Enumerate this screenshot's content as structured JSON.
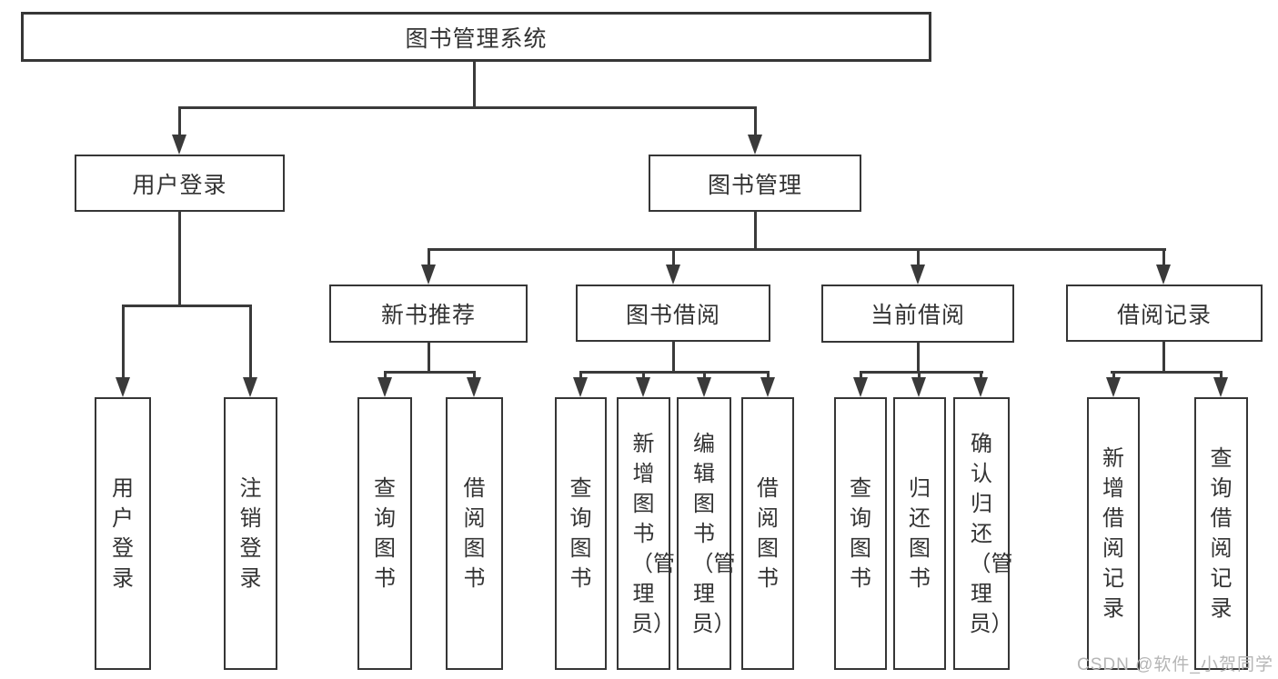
{
  "title": "图书管理系统",
  "colors": {
    "background": "#ffffff",
    "box_border": "#363636",
    "connector_line": "#3a3a3a",
    "text": "#333333",
    "watermark": "#b5b5b5"
  },
  "watermark": {
    "text": "CSDN @软件_小贺同学"
  },
  "tree": {
    "label": "图书管理系统",
    "children": [
      {
        "label": "用户登录",
        "children": [
          {
            "label": "用户登录"
          },
          {
            "label": "注销登录"
          }
        ]
      },
      {
        "label": "图书管理",
        "children": [
          {
            "label": "新书推荐",
            "children": [
              {
                "label": "查询图书"
              },
              {
                "label": "借阅图书"
              }
            ]
          },
          {
            "label": "图书借阅",
            "children": [
              {
                "label": "查询图书"
              },
              {
                "label": "新增图书（管理员）"
              },
              {
                "label": "编辑图书（管理员）"
              },
              {
                "label": "借阅图书"
              }
            ]
          },
          {
            "label": "当前借阅",
            "children": [
              {
                "label": "查询图书"
              },
              {
                "label": "归还图书"
              },
              {
                "label": "确认归还（管理员）"
              }
            ]
          },
          {
            "label": "借阅记录",
            "children": [
              {
                "label": "新增借阅记录"
              },
              {
                "label": "查询借阅记录"
              }
            ]
          }
        ]
      }
    ]
  }
}
